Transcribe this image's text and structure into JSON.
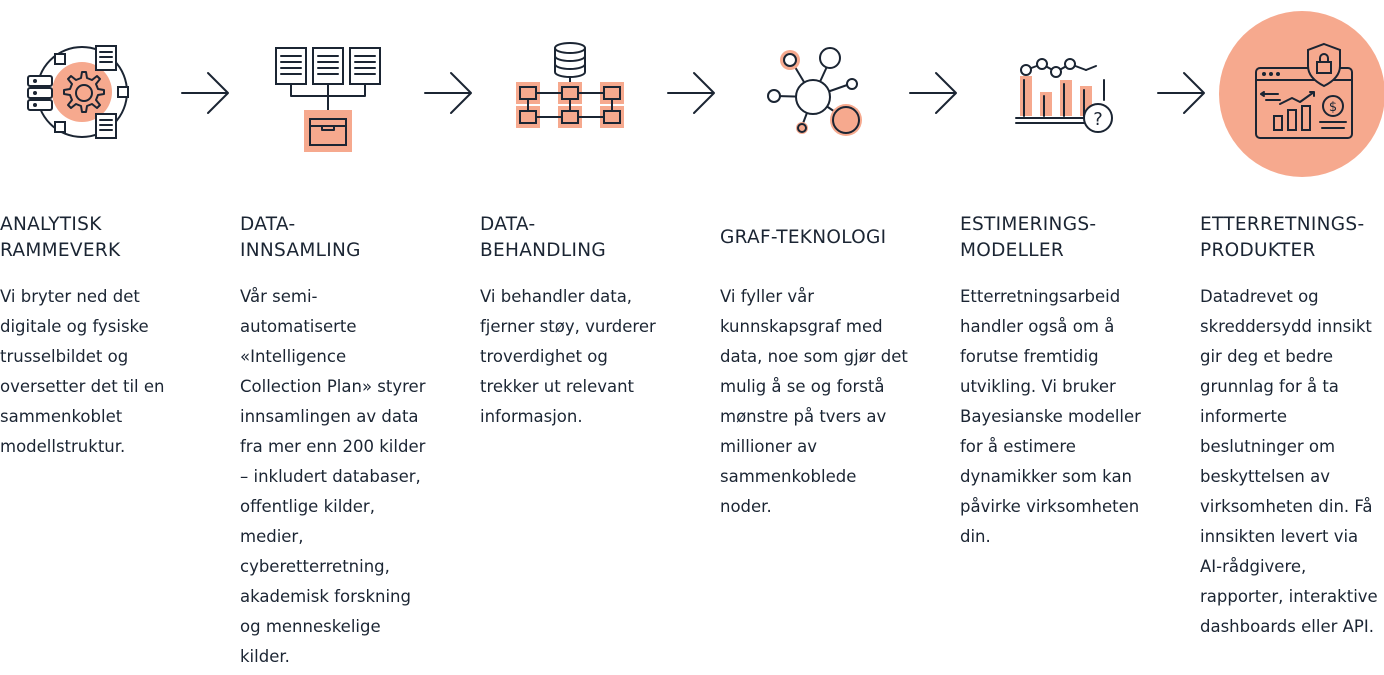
{
  "colors": {
    "text": "#1b2533",
    "accent": "#f6a98e",
    "background": "#ffffff"
  },
  "steps": [
    {
      "icon": "gear-network-icon",
      "title": "ANALYTISK\nRAMMEVERK",
      "description": "Vi bryter ned det digitale og fysiske trusselbildet og oversetter det til en sammenkoblet modellstruktur."
    },
    {
      "icon": "documents-collection-icon",
      "title": "DATA-\nINNSAMLING",
      "description": "Vår semi-automatiserte «Intelligence Collection Plan» styrer innsamlingen av data fra mer enn 200 kilder – inkludert databaser, offentlige kilder, medier, cyberetterretning, akademisk forskning og menneskelige kilder."
    },
    {
      "icon": "database-flow-icon",
      "title": "DATA-\nBEHANDLING",
      "description": "Vi behandler data, fjerner støy, vurderer troverdighet og trekker ut relevant informasjon."
    },
    {
      "icon": "graph-nodes-icon",
      "title": "GRAF-TEKNOLOGI",
      "description": "Vi fyller vår kunnskapsgraf med data, noe som gjør det mulig å se og forstå mønstre på tvers av millioner av sammenkoblede noder."
    },
    {
      "icon": "bar-chart-question-icon",
      "title": "ESTIMERINGS-\nMODELLER",
      "description": "Etterretningsarbeid handler også om å forutse fremtidig utvikling. Vi bruker Bayesianske modeller for å estimere dynamikker som kan påvirke virksomheten din."
    },
    {
      "icon": "secure-dashboard-icon",
      "title": "ETTERRETNINGS-\nPRODUKTER",
      "description": "Datadrevet og skreddersydd innsikt gir deg et bedre grunnlag for å ta informerte beslutninger om beskyttelsen av virksomheten din. Få innsikten levert via AI-rådgivere, rapporter, interaktive dashboards eller API."
    }
  ]
}
